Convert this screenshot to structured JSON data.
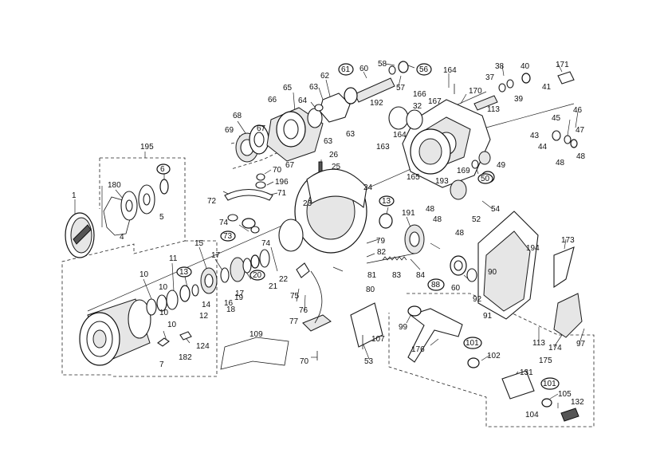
{
  "labels": [
    "1",
    "195",
    "180",
    "4",
    "5",
    "6",
    "10",
    "10",
    "10",
    "10",
    "11",
    "13",
    "14",
    "12",
    "7",
    "182",
    "124",
    "15",
    "17",
    "17",
    "16",
    "18",
    "19",
    "20",
    "21",
    "22",
    "73",
    "74",
    "74",
    "72",
    "70",
    "196",
    "71",
    "26",
    "25",
    "68",
    "69",
    "67",
    "67",
    "66",
    "65",
    "64",
    "63",
    "63",
    "63",
    "62",
    "60",
    "61",
    "58",
    "57",
    "56",
    "192",
    "23",
    "24",
    "13",
    "191",
    "48",
    "48",
    "48",
    "79",
    "81",
    "82",
    "83",
    "84",
    "88",
    "60",
    "90",
    "92",
    "91",
    "75",
    "76",
    "77",
    "70",
    "80",
    "109",
    "107",
    "53",
    "99",
    "176",
    "101",
    "102",
    "131",
    "101",
    "105",
    "104",
    "132",
    "164",
    "164",
    "163",
    "165",
    "166",
    "32",
    "167",
    "113",
    "170",
    "38",
    "37",
    "40",
    "39",
    "41",
    "171",
    "46",
    "45",
    "43",
    "44",
    "47",
    "48",
    "48",
    "49",
    "50",
    "169",
    "193",
    "52",
    "54",
    "173",
    "194",
    "174",
    "97",
    "113",
    "175"
  ],
  "circled_labels": [
    "6",
    "13",
    "20",
    "73",
    "61",
    "56",
    "13",
    "50",
    "88",
    "101",
    "101"
  ],
  "icons": [
    "spool-icon",
    "rotor-icon",
    "bail-icon",
    "pinion-gear-icon",
    "drive-gear-icon",
    "handle-icon",
    "body-icon",
    "side-cover-icon",
    "screw-icon",
    "bearing-icon"
  ],
  "colors": {
    "line": "#1a1a1a",
    "fill": "#ffffff",
    "shade": "#e6e6e6",
    "background": "#ffffff"
  }
}
